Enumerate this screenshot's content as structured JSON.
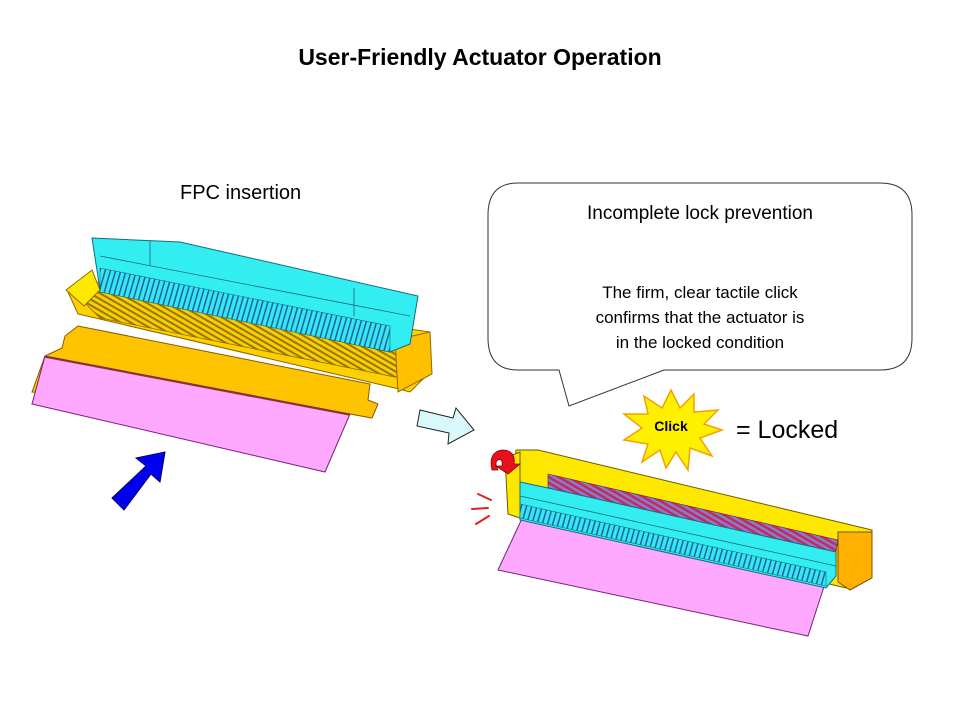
{
  "slide": {
    "title": "User-Friendly Actuator Operation"
  },
  "left_panel": {
    "label": "FPC insertion",
    "insert_arrow_icon": "arrow-up-right-icon"
  },
  "transition_arrow_icon": "arrow-right-icon",
  "callout": {
    "heading": "Incomplete lock prevention",
    "body_lines": [
      "The firm, clear tactile click",
      "confirms that the actuator is",
      "in the locked condition"
    ]
  },
  "click_burst": {
    "label": "Click",
    "icon": "starburst-icon"
  },
  "locked_label": "= Locked",
  "right_panel": {
    "rotate_icon": "rotate-arrow-icon",
    "vibration_icon": "vibration-lines-icon"
  },
  "colors": {
    "housing_yellow": "#FFE800",
    "housing_orange": "#FFC000",
    "actuator_cyan": "#33F0F0",
    "fpc_pink": "#FFA8FF",
    "fpc_stiffener": "#FFC400",
    "contact_red": "#C8285A",
    "insert_arrow_blue": "#0000EE",
    "transition_arrow_fill": "#D8F8FC",
    "burst_fill": "#FFF000",
    "burst_stroke": "#F4A000",
    "rotate_red": "#E8101C"
  }
}
